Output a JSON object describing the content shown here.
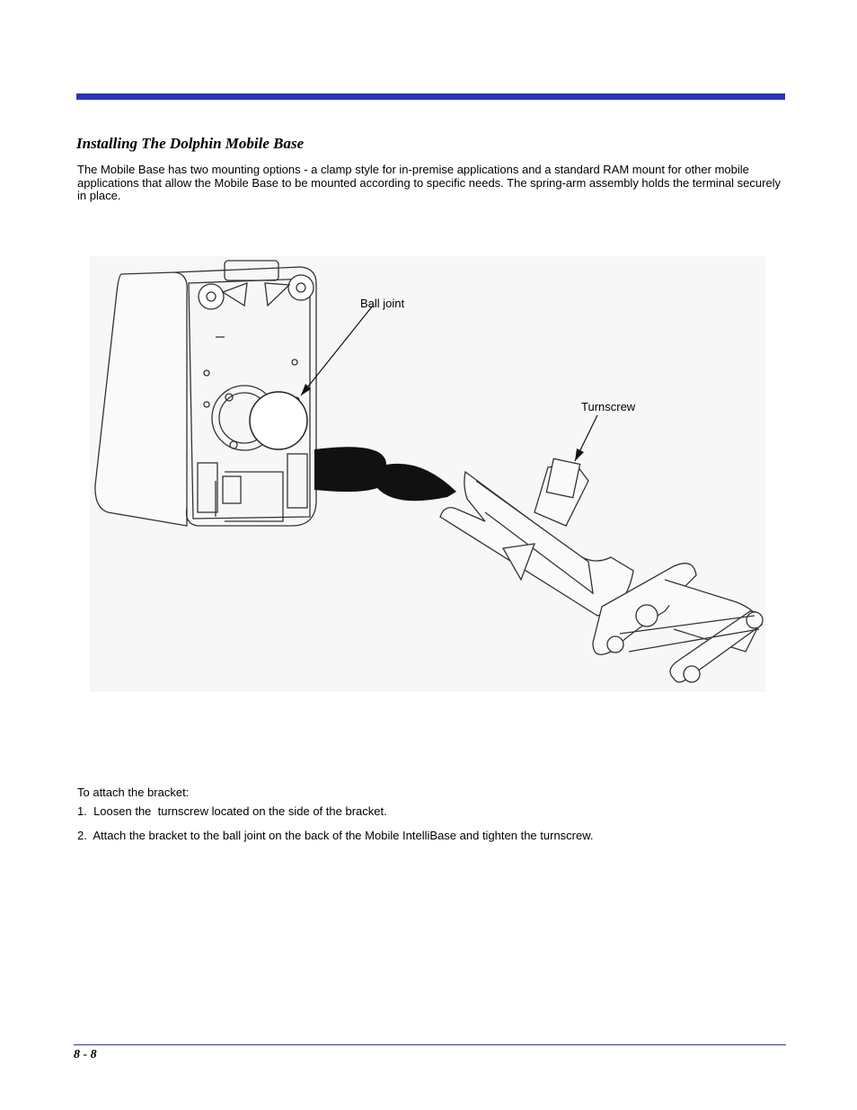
{
  "section": {
    "title": "Installing The Dolphin Mobile Base",
    "intro": "The Mobile Base has two mounting options - a clamp style for in-premise applications and a standard RAM mount for other mobile applications that allow the Mobile Base to be mounted according to specific needs. The spring-arm assembly holds the terminal securely in place."
  },
  "figure": {
    "callouts": {
      "ball_joint": "Ball joint",
      "turnscrew": "Turnscrew"
    }
  },
  "instructions": {
    "intro": "To attach the bracket:",
    "steps": [
      "1.  Loosen the  turnscrew located on the side of the bracket.",
      "2.  Attach the bracket to the ball joint on the back of the Mobile IntelliBase and tighten the turnscrew."
    ]
  },
  "footer": {
    "page_number": "8 - 8"
  },
  "colors": {
    "accent": "#2a35b8"
  }
}
